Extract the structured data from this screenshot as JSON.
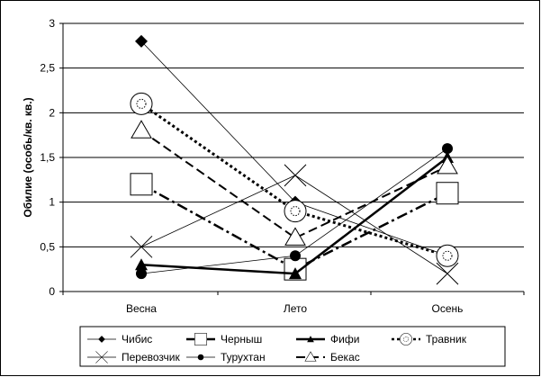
{
  "chart_data": {
    "type": "line",
    "categories": [
      "Весна",
      "Лето",
      "Осень"
    ],
    "ylabel": "Обилие (особь/кв. кв.)",
    "ylim": [
      0,
      3
    ],
    "yticks": [
      "0",
      "0,5",
      "1",
      "1,5",
      "2",
      "2,5",
      "3"
    ],
    "grid": "horizontal",
    "legend": "bottom",
    "series": [
      {
        "name": "Чибис",
        "values": [
          2.8,
          1.0,
          0.4
        ],
        "marker": "diamond",
        "dash": "solid",
        "width": 0.8
      },
      {
        "name": "Черныш",
        "values": [
          1.2,
          0.25,
          1.1
        ],
        "marker": "square-open",
        "dash": "dashdot",
        "width": 2.5
      },
      {
        "name": "Фифи",
        "values": [
          0.3,
          0.2,
          1.5
        ],
        "marker": "triangle",
        "dash": "solid",
        "width": 2.5
      },
      {
        "name": "Травник",
        "values": [
          2.1,
          0.9,
          0.4
        ],
        "marker": "circle-dotted",
        "dash": "dotted",
        "width": 3
      },
      {
        "name": "Перевозчик",
        "values": [
          0.5,
          1.3,
          0.2
        ],
        "marker": "x",
        "dash": "solid",
        "width": 0.8
      },
      {
        "name": "Турухтан",
        "values": [
          0.2,
          0.4,
          1.6
        ],
        "marker": "circle",
        "dash": "solid",
        "width": 0.8
      },
      {
        "name": "Бекас",
        "values": [
          1.8,
          0.6,
          1.4
        ],
        "marker": "triangle-open",
        "dash": "dashed",
        "width": 2
      }
    ]
  }
}
